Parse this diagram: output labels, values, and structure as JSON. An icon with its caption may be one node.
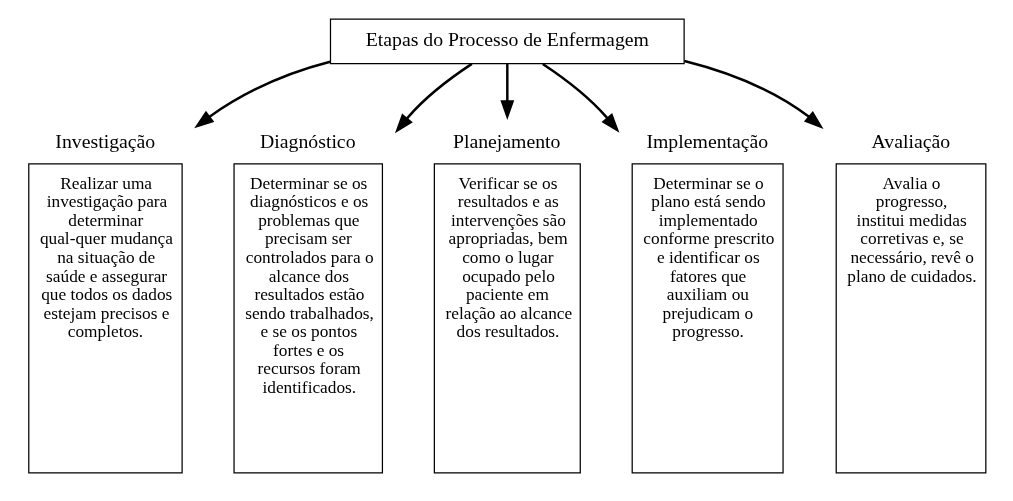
{
  "diagram": {
    "nodes": [
      {
        "text": [
          "Etapas do Processo de Enfermagem"
        ]
      },
      {
        "text": [
          "Investigação",
          "Realizar uma investigação para determinar qual-quer mudança na situação de saúde e assegurar que todos os dados estejam precisos e completos."
        ]
      },
      {
        "text": [
          "Diagnóstico",
          "Determinar se os diagnósticos e os problemas que precisam ser controlados para o alcance dos resultados estão sendo trabalhados, e se os pontos fortes e os recursos foram identificados."
        ]
      },
      {
        "text": [
          "Planejamento",
          "Verificar se os resultados e as intervenções são apropriadas, bem como o lugar ocupado pelo paciente em relação ao alcance dos resultados."
        ]
      },
      {
        "text": [
          "Implementação",
          "Determinar se o plano está sendo implementado conforme prescrito e identificar os fatores que auxiliam ou prejudicam o progresso."
        ]
      },
      {
        "text": [
          "Avaliação",
          "Avalia o progresso, institui medidas corretivas e, se necessário, revê o plano de cuidados."
        ]
      }
    ],
    "edges": [
      {
        "from": 0,
        "to": 1,
        "arrow": "to"
      },
      {
        "from": 0,
        "to": 2,
        "arrow": "to"
      },
      {
        "from": 0,
        "to": 3,
        "arrow": "to"
      },
      {
        "from": 0,
        "to": 4,
        "arrow": "to"
      },
      {
        "from": 0,
        "to": 5,
        "arrow": "to"
      }
    ]
  }
}
